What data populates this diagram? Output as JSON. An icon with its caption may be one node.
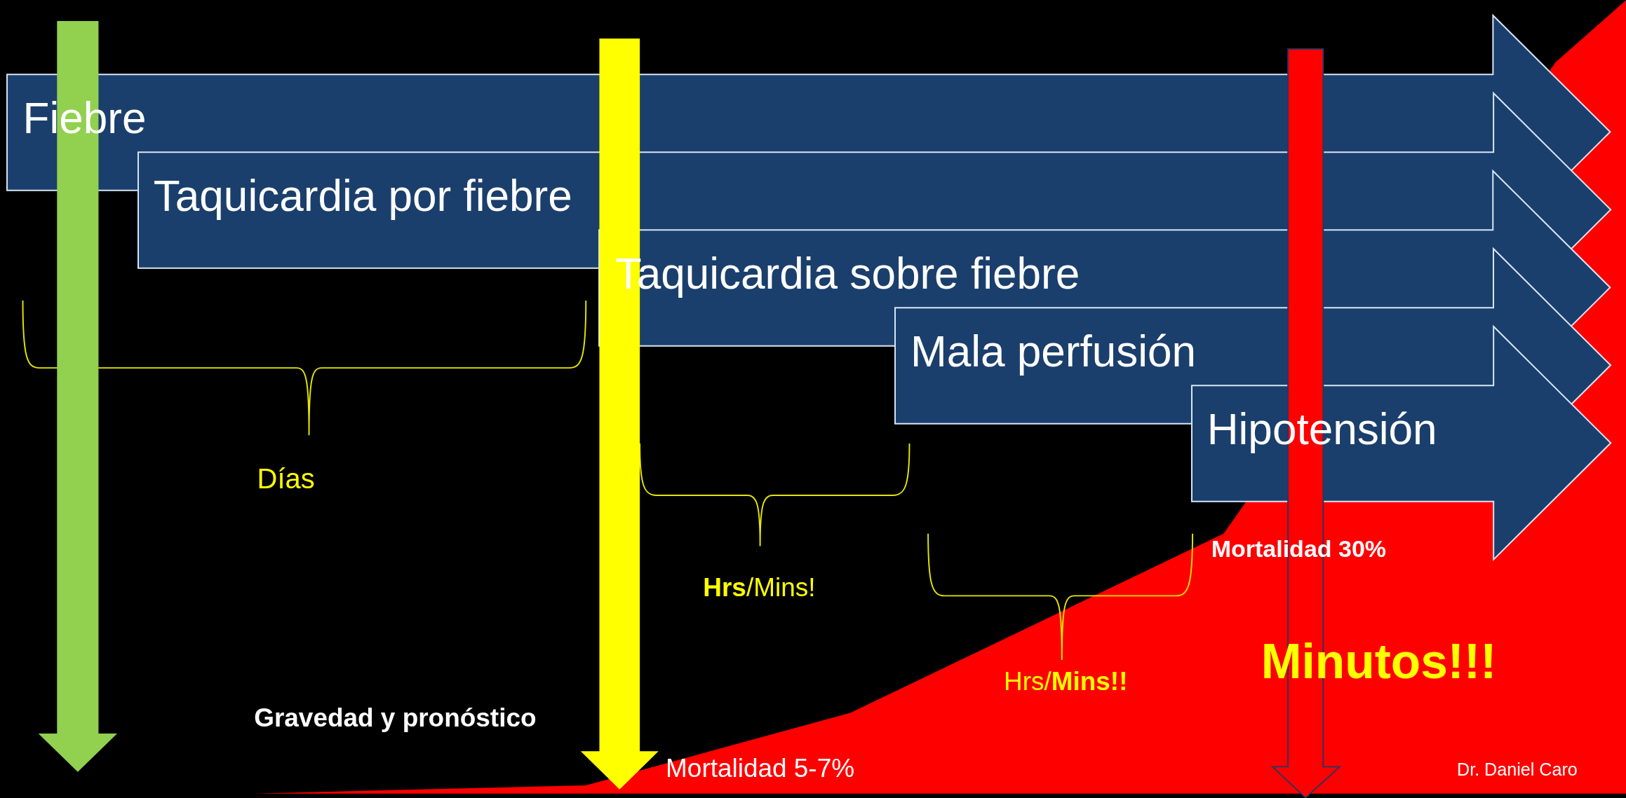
{
  "diagram": {
    "nodes": [
      {
        "text": [
          "Fiebre"
        ]
      },
      {
        "text": [
          "Taquicardia por fiebre"
        ]
      },
      {
        "text": [
          "Taquicardia sobre fiebre"
        ]
      },
      {
        "text": [
          "Mala perfusión"
        ]
      },
      {
        "text": [
          "Hipotensión"
        ]
      }
    ],
    "labels": [
      "Días",
      "**Hrs**/Mins!",
      "Hrs/**Mins!!**",
      "Minutos!!!",
      "Mortalidad 30%",
      "Gravedad y pronóstico",
      "Mortalidad 5-7%",
      "Dr. Daniel Caro"
    ]
  }
}
